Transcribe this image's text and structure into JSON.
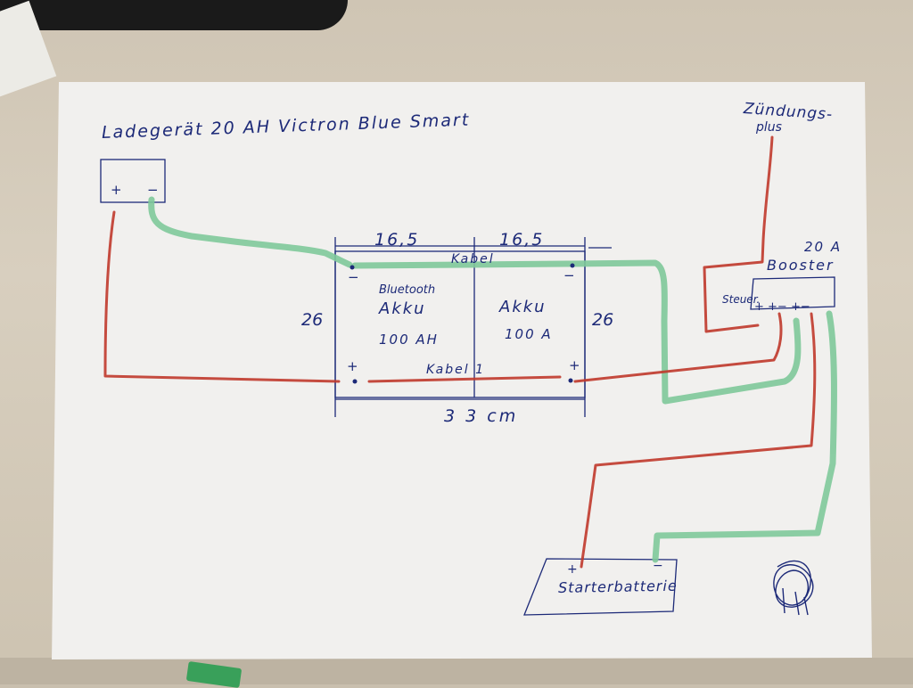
{
  "title": "Ladegerät 20 AH Victron Blue Smart",
  "charger": {
    "plus": "+",
    "minus": "−"
  },
  "ignition": {
    "line1": "Zündungs-",
    "line2": "plus"
  },
  "booster": {
    "line1": "20 A",
    "line2": "Booster",
    "steuer": "Steuer.",
    "terminals": "+ +− +−"
  },
  "dimensions": {
    "left_width": "16,5",
    "right_width": "16,5",
    "height_left": "26",
    "height_right": "26",
    "total": "3 3 cm"
  },
  "battery_left": {
    "line1": "Bluetooth",
    "line2": "Akku",
    "line3": "100 AH"
  },
  "battery_right": {
    "line1": "Akku",
    "line2": "100 A"
  },
  "cable_top": "Kabel",
  "cable_bottom": "Kabel 1",
  "terminal_marks": {
    "minus": "−",
    "plus": "+"
  },
  "starter": {
    "label": "Starterbatterie",
    "plus": "+",
    "minus": "−"
  },
  "colors": {
    "ink": "#1d2a78",
    "red_wire": "#c0392b",
    "green_wire": "#7fc99a"
  }
}
